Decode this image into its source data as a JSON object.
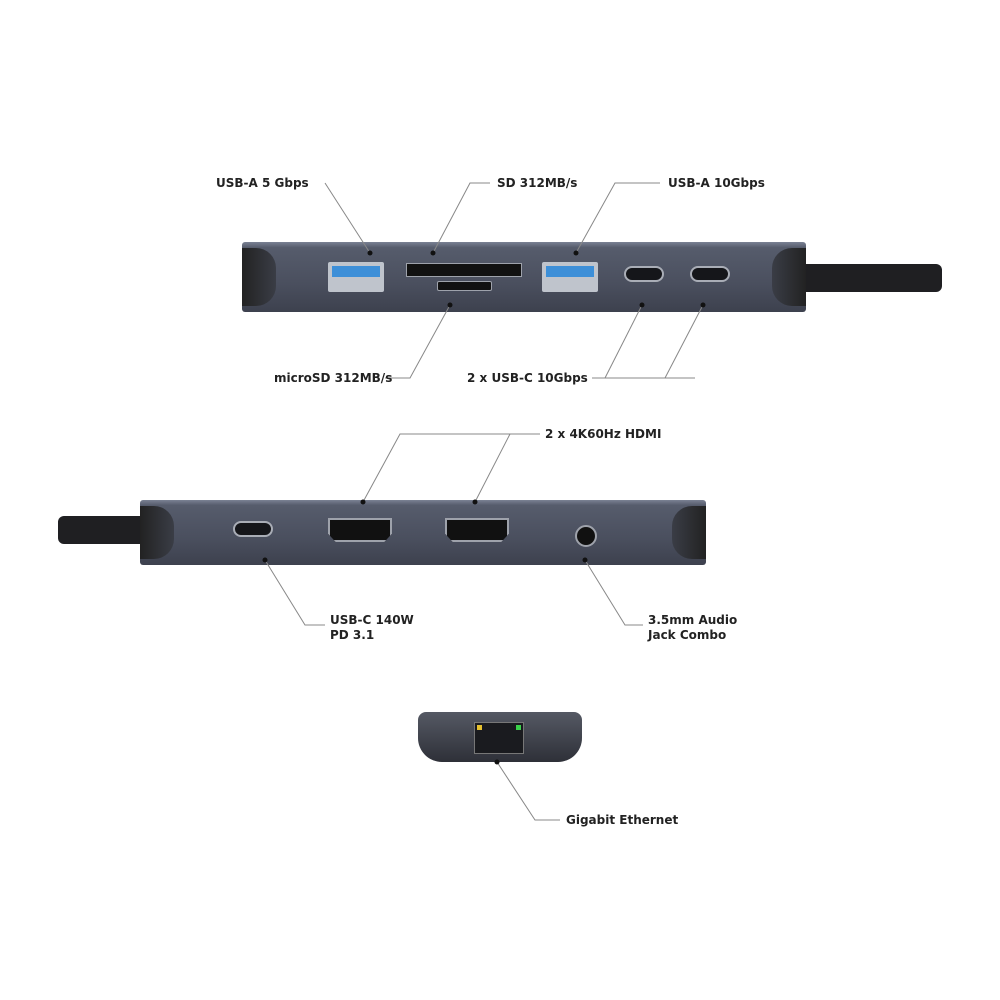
{
  "labels": {
    "usb_a_5": "USB-A 5 Gbps",
    "sd": "SD 312MB/s",
    "usb_a_10": "USB-A 10Gbps",
    "microsd": "microSD 312MB/s",
    "usb_c_10": "2 x USB-C 10Gbps",
    "hdmi": "2 x 4K60Hz HDMI",
    "usb_c_pd_line1": "USB-C 140W",
    "usb_c_pd_line2": "PD 3.1",
    "audio_line1": "3.5mm Audio",
    "audio_line2": "Jack Combo",
    "ethernet": "Gigabit Ethernet"
  },
  "colors": {
    "hub": "#4a4f5e",
    "usb_blue": "#3d8fd8",
    "led_yellow": "#e6c12e",
    "led_green": "#3ad14a"
  }
}
